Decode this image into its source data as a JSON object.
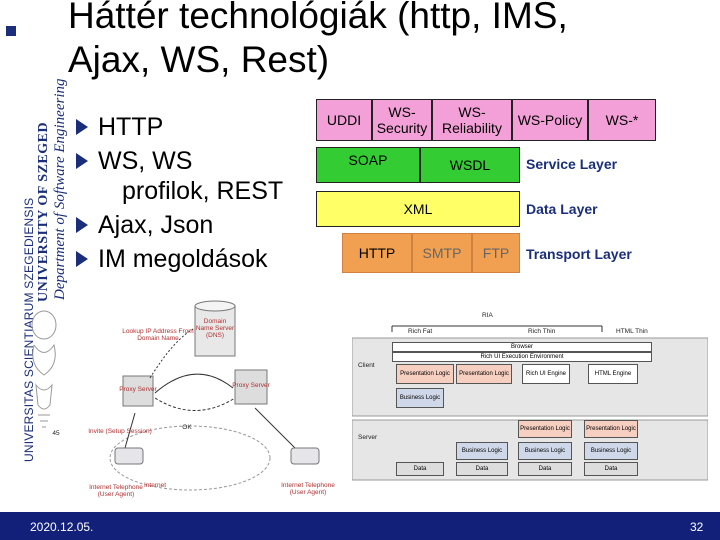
{
  "branding": {
    "latin": "UNIVERSITAS SCIENTIARUM SZEGEDIENSIS",
    "university": "UNIVERSITY OF SZEGED",
    "department": "Department of Software Engineering"
  },
  "title": {
    "line1": "Háttér technológiák (http, IMS,",
    "line2": "Ajax, WS, Rest)"
  },
  "bullets": [
    {
      "text": "HTTP"
    },
    {
      "text": "WS, WS",
      "continuation": "profilok, REST"
    },
    {
      "text": "Ajax, Json"
    },
    {
      "text": "IM megoldások"
    }
  ],
  "ws_stack": {
    "row1": [
      "UDDI",
      "WS-Security",
      "WS-Reliability",
      "WS-Policy",
      "WS-*"
    ],
    "row2": [
      "SOAP",
      "WSDL"
    ],
    "row2_label": "Service Layer",
    "row3": [
      "XML"
    ],
    "row3_label": "Data Layer",
    "row4": [
      "HTTP",
      "SMTP",
      "FTP"
    ],
    "row4_label": "Transport Layer",
    "colors": {
      "row1": "#f4a0d8",
      "row2": "#33cc33",
      "row3": "#ffff66",
      "row4": "#f0a050"
    }
  },
  "sip_diagram": {
    "lookup": "Lookup IP Address From Domain Name",
    "dns": "Domain Name Server (DNS)",
    "proxy_left": "Proxy Server",
    "proxy_right": "Proxy Server",
    "invite": "Invite (Setup Session)",
    "ok": "OK",
    "internet": "Internet",
    "phone_left": "Internet Telephone (User Agent)",
    "phone_right": "Internet Telephone (User Agent)",
    "number": "45"
  },
  "ria_diagram": {
    "ria": "RIA",
    "rich_fat": "Rich Fat",
    "rich_thin": "Rich Thin",
    "html_thin": "HTML Thin",
    "client": "Client",
    "browser": "Browser",
    "env": "Rich UI Execution Environment",
    "pres_logic": "Presentation Logic",
    "rich_ui_engine": "Rich UI Engine",
    "html_engine": "HTML Engine",
    "business_logic": "Business Logic",
    "server": "Server",
    "data": "Data"
  },
  "footer": {
    "date": "2020.12.05.",
    "page": "32"
  }
}
